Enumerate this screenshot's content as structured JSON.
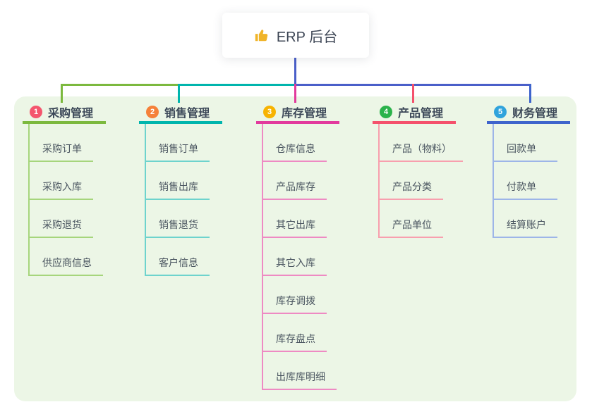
{
  "root": {
    "label": "ERP 后台",
    "icon": "thumbs-up-icon",
    "icon_color": "#f0b429"
  },
  "colors": {
    "connector_blue": "#4a5fc9",
    "panel_bg": "#ecf6e6",
    "title_text": "#3c4858",
    "child_text": "#4a5560"
  },
  "branches": [
    {
      "number": "1",
      "label": "采购管理",
      "badge_color": "#f4566e",
      "line_color": "#7cb93e",
      "light_color": "#a6d57c",
      "children": [
        "采购订单",
        "采购入库",
        "采购退货",
        "供应商信息"
      ]
    },
    {
      "number": "2",
      "label": "销售管理",
      "badge_color": "#f5813a",
      "line_color": "#00b5ad",
      "light_color": "#6ed3cd",
      "children": [
        "销售订单",
        "销售出库",
        "销售退货",
        "客户信息"
      ]
    },
    {
      "number": "3",
      "label": "库存管理",
      "badge_color": "#f7b301",
      "line_color": "#e23a9d",
      "light_color": "#ee8ac3",
      "children": [
        "仓库信息",
        "产品库存",
        "其它出库",
        "其它入库",
        "库存调拨",
        "库存盘点",
        "出库库明细"
      ]
    },
    {
      "number": "4",
      "label": "产品管理",
      "badge_color": "#2bb34b",
      "line_color": "#f4516c",
      "light_color": "#f89fae",
      "children": [
        "产品（物料）",
        "产品分类",
        "产品单位"
      ]
    },
    {
      "number": "5",
      "label": "财务管理",
      "badge_color": "#30a3dc",
      "line_color": "#3e64cc",
      "light_color": "#9db5e8",
      "children": [
        "回款单",
        "付款单",
        "结算账户"
      ]
    }
  ]
}
